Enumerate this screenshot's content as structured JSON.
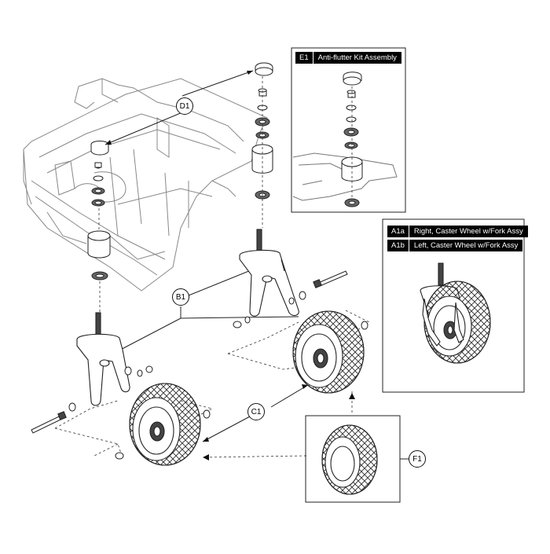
{
  "callouts": {
    "d1": "D1",
    "b1": "B1",
    "c1": "C1",
    "f1": "F1"
  },
  "inset_e1": {
    "code": "E1",
    "description": "Anti-flutter Kit Assembly"
  },
  "inset_a1": {
    "rows": [
      {
        "code": "A1a",
        "description": "Right, Caster Wheel w/Fork Assy"
      },
      {
        "code": "A1b",
        "description": "Left, Caster Wheel w/Fork Assy"
      }
    ]
  },
  "colors": {
    "line": "#222222",
    "background": "#ffffff",
    "label_bg": "#000000",
    "label_text": "#ffffff"
  }
}
